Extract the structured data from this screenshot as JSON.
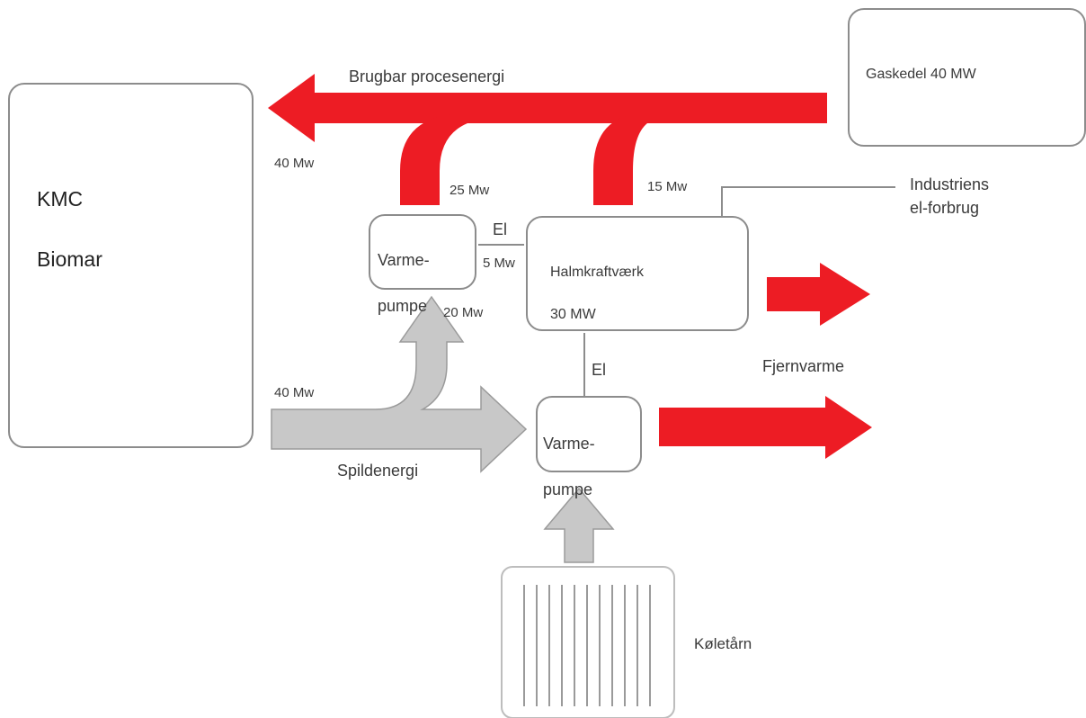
{
  "colors": {
    "heat_arrow": "#ed1c24",
    "waste_arrow": "#c8c8c8",
    "box_border": "#8c8c8c"
  },
  "nodes": {
    "kmc_biomar": [
      "KMC",
      "Biomar"
    ],
    "gaskedel": "Gaskedel 40 MW",
    "varmepumpe_top": [
      "Varme-",
      "pumpe"
    ],
    "halmkraftvaerk": [
      "Halmkraftværk",
      "30 MW"
    ],
    "varmepumpe_bottom": [
      "Varme-",
      "pumpe"
    ],
    "koletarn": "Køletårn"
  },
  "labels": {
    "brugbar_procesenergi": "Brugbar procesenergi",
    "fjernvarme": "Fjernvarme",
    "spildenergi": "Spildenergi",
    "industriens_el_forbrug": [
      "Industriens",
      "el-forbrug"
    ],
    "el_top": "El",
    "el_bottom": "El"
  },
  "flows": {
    "process_total": "40 Mw",
    "from_heat_pump": "25 Mw",
    "from_straw_plant": "15 Mw",
    "el_to_heat_pump": "5 Mw",
    "waste_to_heat_pump": "20 Mw",
    "waste_total": "40 Mw"
  }
}
